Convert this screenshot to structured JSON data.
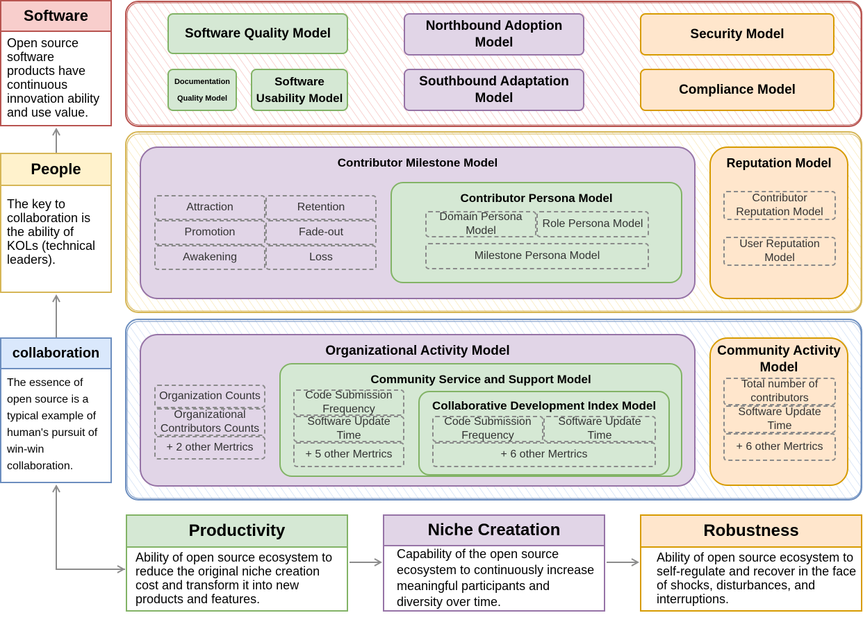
{
  "left": {
    "software": {
      "title": "Software",
      "text": "Open source software products have continuous innovation ability and use value."
    },
    "people": {
      "title": "People",
      "text": "The key to collaboration is the ability of KOLs (technical leaders)."
    },
    "collaboration": {
      "title": "collaboration",
      "text": "The essence of open source is a typical example of human's pursuit of win-win collaboration."
    }
  },
  "software_layer": {
    "software_quality": "Software Quality Model",
    "documentation_quality": "Documentation Quality Model",
    "software_usability": "Software Usability Model",
    "northbound": "Northbound Adoption Model",
    "southbound": "Southbound Adaptation Model",
    "security": "Security Model",
    "compliance": "Compliance Model"
  },
  "people_layer": {
    "contributor_milestone": {
      "title": "Contributor Milestone Model",
      "stages": [
        "Attraction",
        "Retention",
        "Promotion",
        "Fade-out",
        "Awakening",
        "Loss"
      ]
    },
    "contributor_persona": {
      "title": "Contributor Persona Model",
      "domain": "Domain Persona Model",
      "role": "Role Persona Model",
      "milestone": "Milestone Persona Model"
    },
    "reputation": {
      "title": "Reputation Model",
      "contributor": "Contributor Reputation Model",
      "user": "User Reputation Model"
    }
  },
  "collab_layer": {
    "org_activity": {
      "title": "Organizational Activity Model",
      "org_counts": "Organization Counts",
      "org_contrib_counts": "Organizational Contributors Counts",
      "other": "+ 2 other Mertrics"
    },
    "community_service": {
      "title": "Community Service and Support Model",
      "code_submission": "Code Submission Frequency",
      "software_update": "Software Update Time",
      "other": "+ 5 other Mertrics"
    },
    "collab_dev": {
      "title": "Collaborative Development Index Model",
      "code_submission": "Code Submission Frequency",
      "software_update": "Software Update Time",
      "other": "+ 6 other Mertrics"
    },
    "community_activity": {
      "title": "Community Activity Model",
      "total_contributors": "Total number of contributors",
      "software_update": "Software Update Time",
      "other": "+ 6 other Mertrics"
    }
  },
  "bottom": {
    "productivity": {
      "title": "Productivity",
      "text": "Ability of open source ecosystem to reduce the original niche creation cost and transform it into new products and features."
    },
    "niche": {
      "title": "Niche Creatation",
      "text": "Capability of the open source ecosystem to continuously increase meaningful participants and diversity over time."
    },
    "robustness": {
      "title": "Robustness",
      "text": "Ability of open source ecosystem to self-regulate and recover in the face of shocks, disturbances, and interruptions."
    }
  },
  "colors": {
    "red": "#b85450",
    "red_fill": "#f8cecc",
    "yellow": "#d6b656",
    "yellow_fill": "#fff2cc",
    "blue": "#6c8ebf",
    "blue_fill": "#dae8fc",
    "green": "#82b366",
    "green_fill": "#d5e8d4",
    "purple": "#9673a6",
    "purple_fill": "#e1d5e7",
    "orange": "#d79b00",
    "orange_fill": "#ffe6cc"
  }
}
